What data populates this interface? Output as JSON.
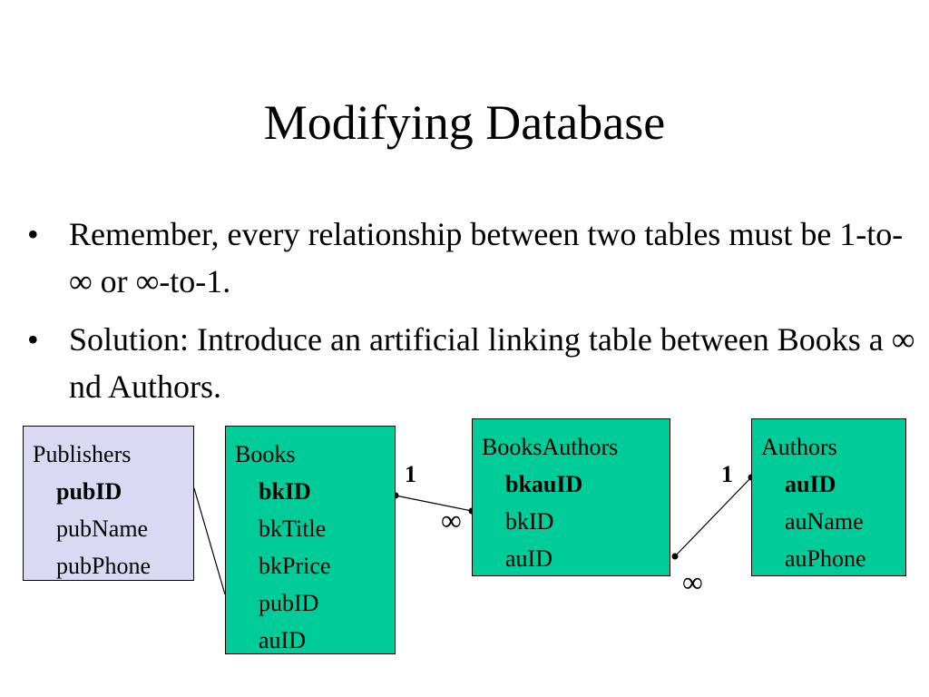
{
  "title": "Modifying Database",
  "bullets": [
    {
      "text": "Remember, every relationship between two tables must be 1-to-∞ or ∞-to-1."
    },
    {
      "text": "Solution: Introduce an artificial linking table between Books a ∞ nd Authors."
    }
  ],
  "bullet_symbol": "•",
  "tables": {
    "publishers": {
      "name": "Publishers",
      "key": "pubID",
      "fields": [
        "pubName",
        "pubPhone"
      ]
    },
    "books": {
      "name": "Books",
      "key": "bkID",
      "fields": [
        "bkTitle",
        "bkPrice",
        "pubID",
        "auID"
      ]
    },
    "books_authors": {
      "name": "BooksAuthors",
      "key": "bkauID",
      "fields": [
        "bkID",
        "auID"
      ]
    },
    "authors": {
      "name": "Authors",
      "key": "auID",
      "fields": [
        "auName",
        "auPhone"
      ]
    }
  },
  "relationships": {
    "books_side_one": "1",
    "books_authors_side_many_left": "∞",
    "authors_side_one": "1",
    "books_authors_side_many_right": "∞"
  },
  "colors": {
    "publishers_fill": "#d9d9f3",
    "table_fill": "#00cc99"
  }
}
